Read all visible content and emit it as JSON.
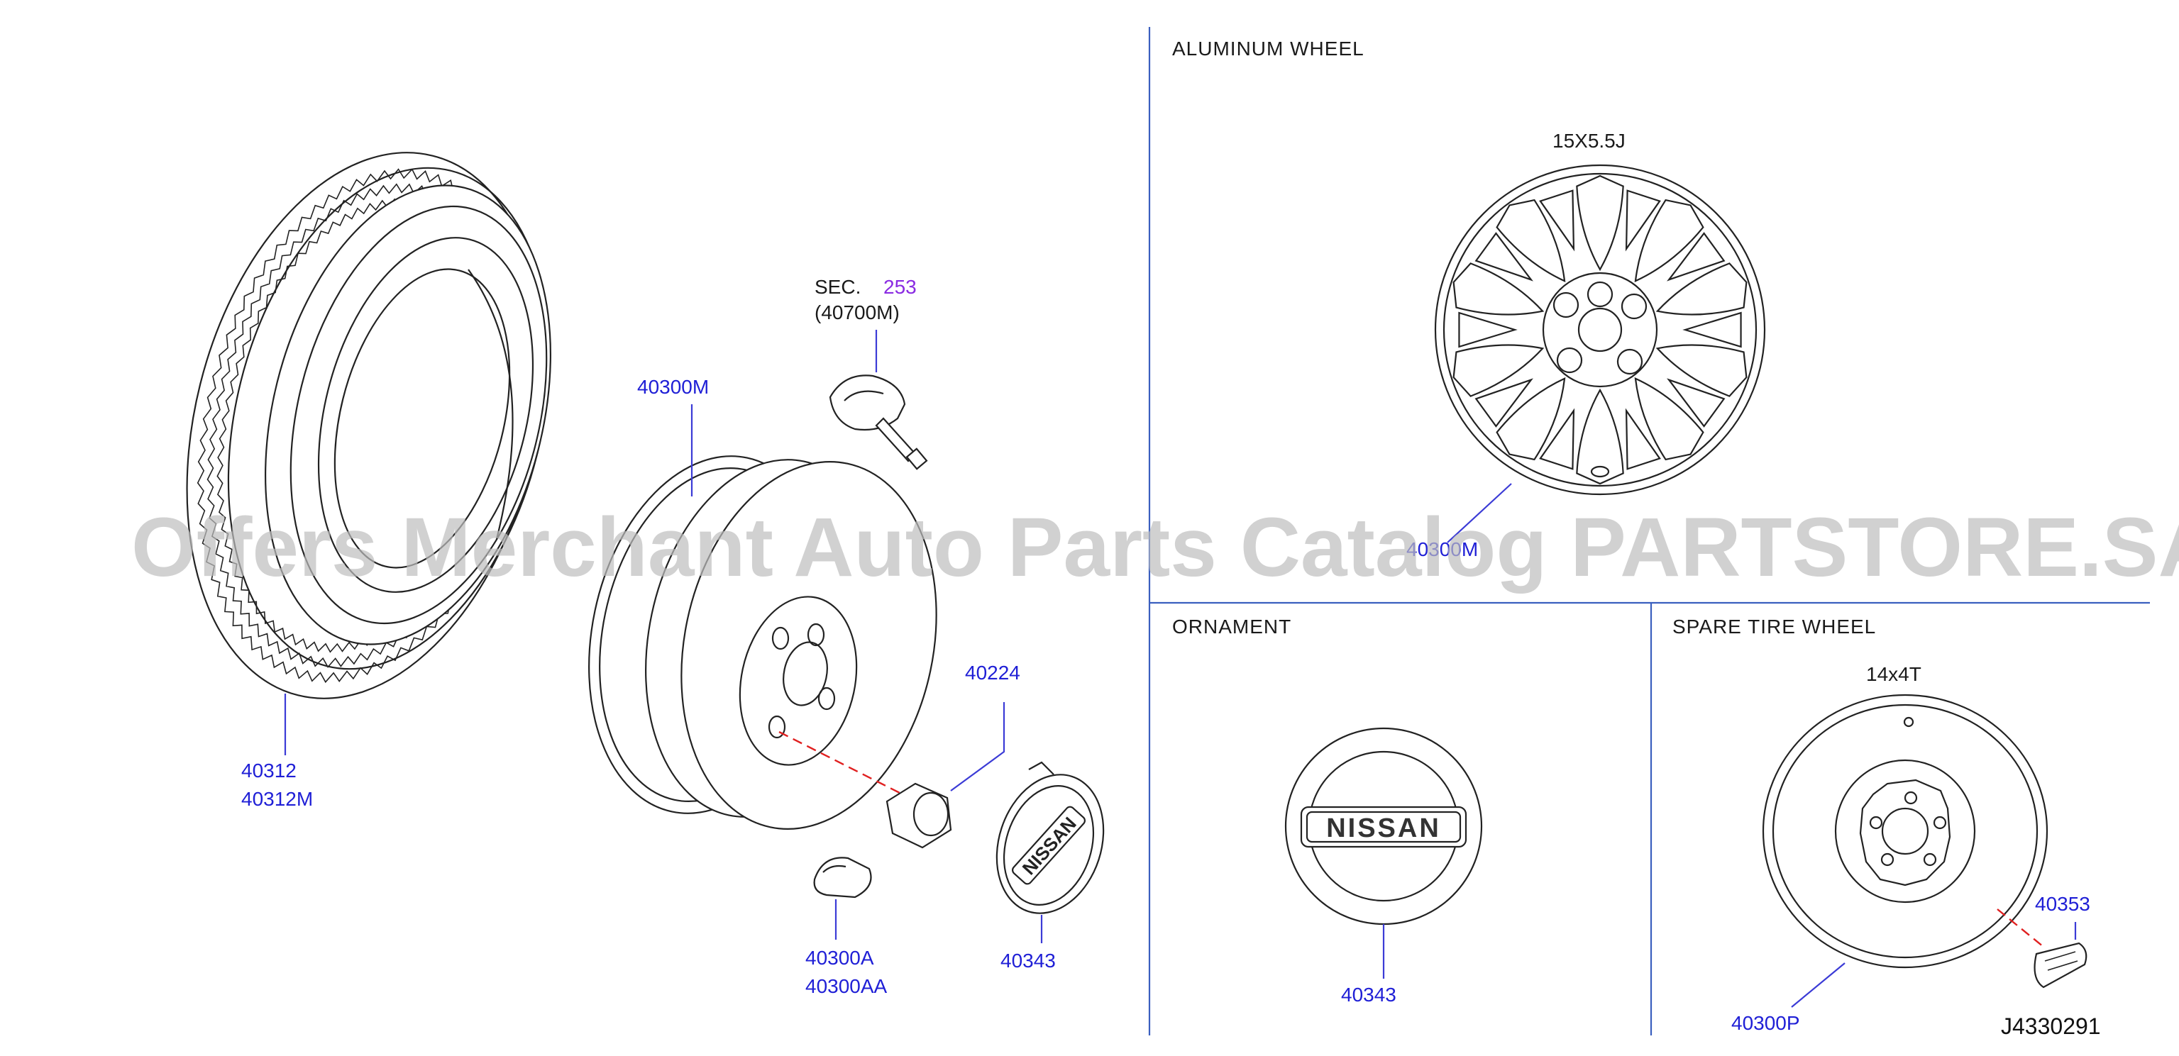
{
  "sections": {
    "aluminum_wheel": {
      "title": "ALUMINUM   WHEEL",
      "size": "15X5.5J"
    },
    "ornament": {
      "title": "ORNAMENT"
    },
    "spare_tire_wheel": {
      "title": "SPARE   TIRE   WHEEL",
      "size": "14x4T"
    }
  },
  "sensor_ref": {
    "sec_label": "SEC.",
    "sec_number": "253",
    "part": "(40700M)"
  },
  "part_labels": {
    "tire_1": "40312",
    "tire_2": "40312M",
    "wheel_steel": "40300M",
    "nut": "40224",
    "weight_1": "40300A",
    "weight_2": "40300AA",
    "cap_left": "40343",
    "alloy_wheel": "40300M",
    "ornament_cap": "40343",
    "spare_wheel": "40300P",
    "spare_label": "40353"
  },
  "emblem_text": "NISSAN",
  "diagram_code": "J4330291",
  "watermark": "Offers Merchant Auto Parts Catalog PARTSTORE.SA",
  "colors": {
    "part_label": "#1f1fd6",
    "section_number": "#8a2be2",
    "divider": "#3a5fbf",
    "center_line": "#e02020",
    "watermark": "#bdbdbd"
  }
}
